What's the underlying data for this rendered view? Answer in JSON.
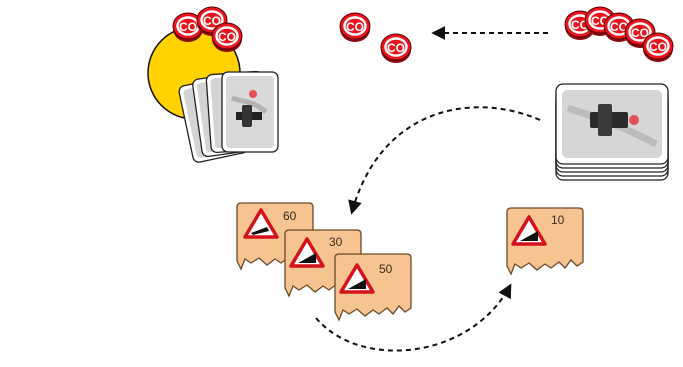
{
  "colors": {
    "sun": "#ffd200",
    "token_red": "#e8151f",
    "token_dark": "#8a0a10",
    "slope_card_fill": "#f5c490",
    "slope_card_edge": "#6b4a2a",
    "card_gray": "#c9c9c9",
    "arrow": "#111111"
  },
  "tokens": {
    "label": "CO"
  },
  "player_area": {
    "sun_icon": "sun-icon",
    "hand_card_count": 4
  },
  "slope_cards": {
    "played": [
      {
        "value": "60",
        "icon": "steep-road-sign-icon"
      },
      {
        "value": "30",
        "icon": "slope-road-sign-icon"
      },
      {
        "value": "50",
        "icon": "slope-road-sign-icon"
      }
    ],
    "destination": {
      "value": "10",
      "icon": "slope-road-sign-icon"
    }
  },
  "deck": {
    "icon": "race-car-icon"
  }
}
